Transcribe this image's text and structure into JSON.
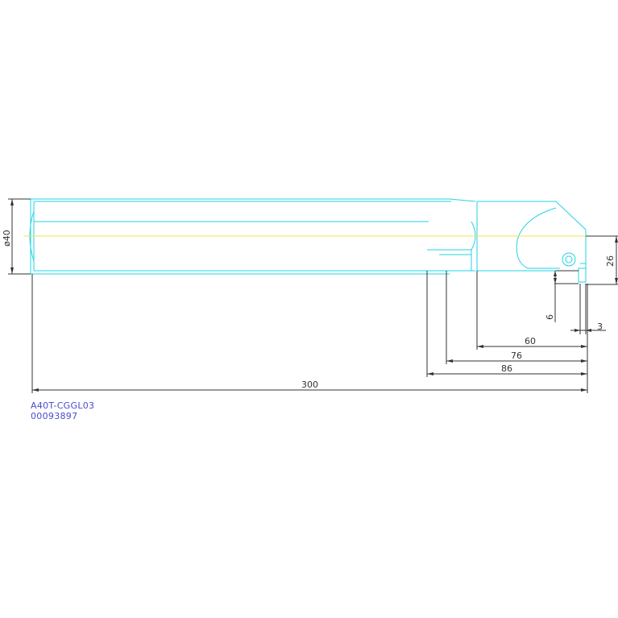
{
  "drawing": {
    "part_number": "A40T-CGGL03",
    "code": "00093897",
    "dimensions": {
      "diameter": "ø40",
      "total_length": "300",
      "length_86": "86",
      "length_76": "76",
      "length_60": "60",
      "width_26": "26",
      "offset_6": "6",
      "offset_3": "3"
    },
    "colors": {
      "outline": "#22d3e6",
      "centerline": "#f2e64a",
      "dimension": "#333333",
      "title_text": "#4a4ad0"
    }
  }
}
